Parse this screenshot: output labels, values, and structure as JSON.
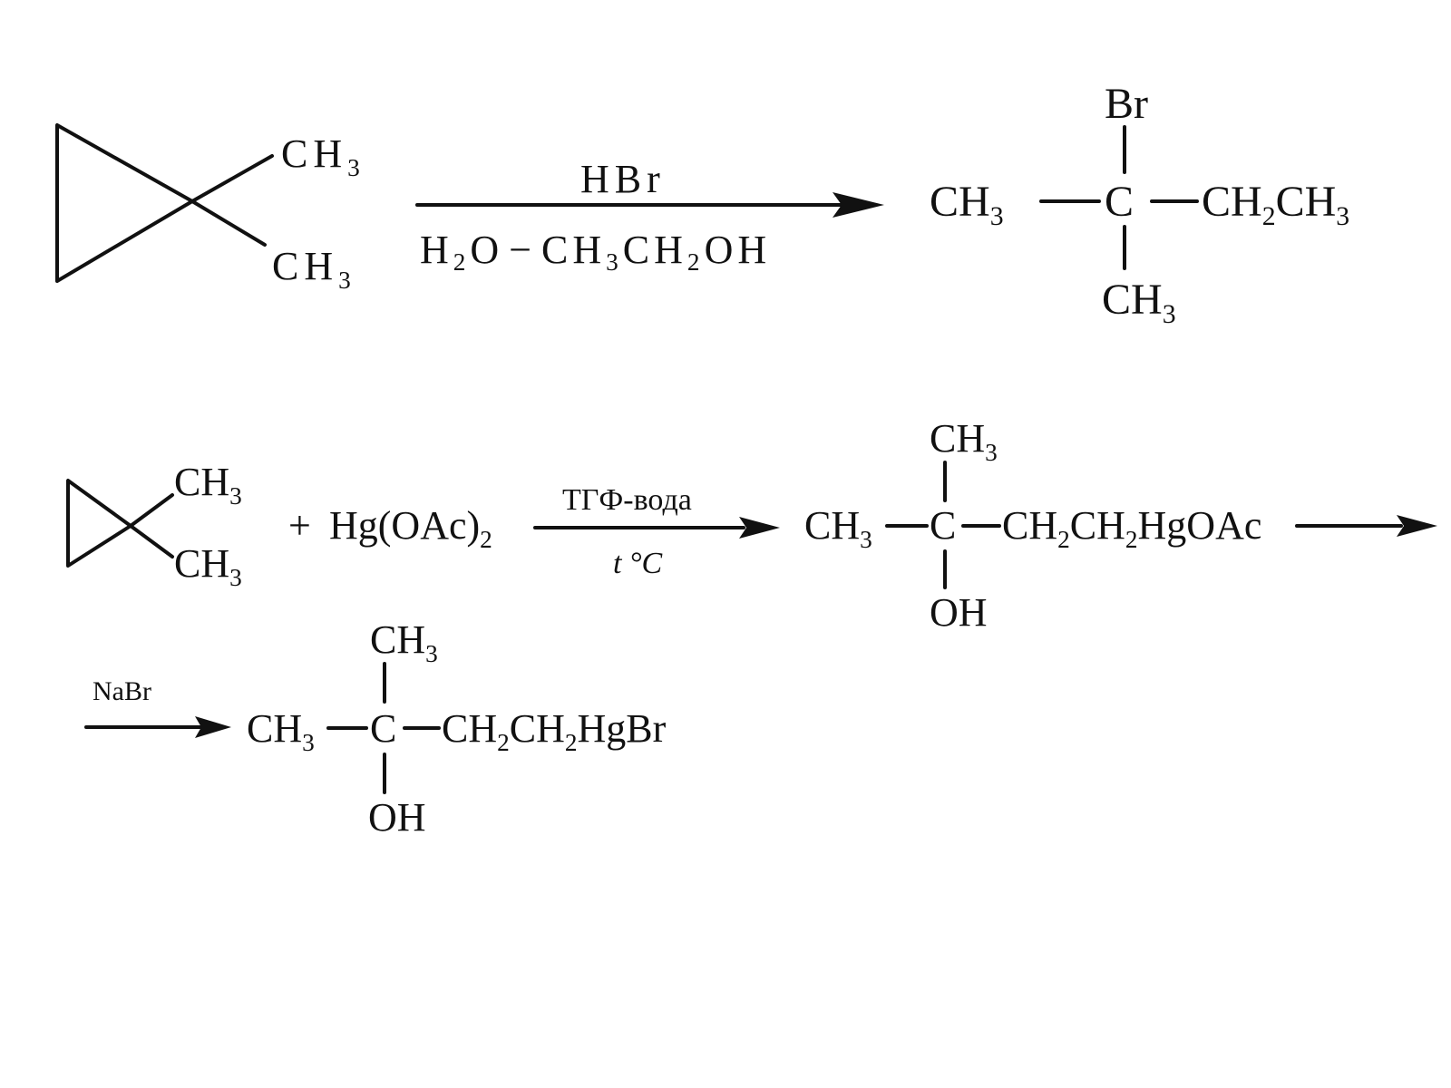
{
  "reaction1": {
    "reactant": {
      "upper_group": {
        "base": "CH",
        "sub": "3"
      },
      "lower_group": {
        "base": "CH",
        "sub": "3"
      }
    },
    "reagent_above": "HBr",
    "reagent_below": {
      "h2o_base": "H",
      "h2o_sub": "2",
      "h2o_tail": "O",
      "dash": "−",
      "ethanol_a": "CH",
      "ethanol_a_sub": "3",
      "ethanol_b": "CH",
      "ethanol_b_sub": "2",
      "ethanol_tail": "OH"
    },
    "product": {
      "top": "Br",
      "left": {
        "base": "CH",
        "sub": "3"
      },
      "center": "C",
      "right": {
        "a": "CH",
        "a_sub": "2",
        "b": "CH",
        "b_sub": "3"
      },
      "bottom": {
        "base": "CH",
        "sub": "3"
      }
    }
  },
  "reaction2": {
    "reactant": {
      "upper_group": {
        "base": "CH",
        "sub": "3"
      },
      "lower_group": {
        "base": "CH",
        "sub": "3"
      }
    },
    "plus": "+",
    "reagent": {
      "base": "Hg(OAc)",
      "sub": "2"
    },
    "conditions_above": "ТГФ-вода",
    "conditions_below": "t °C",
    "intermediate": {
      "top": {
        "base": "CH",
        "sub": "3"
      },
      "left": {
        "base": "CH",
        "sub": "3"
      },
      "center": "C",
      "right": {
        "a": "CH",
        "a_sub": "2",
        "b": "CH",
        "b_sub": "2",
        "tail": "HgOAc"
      },
      "bottom": "OH"
    }
  },
  "reaction3": {
    "reagent_above": "NaBr",
    "product": {
      "top": {
        "base": "CH",
        "sub": "3"
      },
      "left": {
        "base": "CH",
        "sub": "3"
      },
      "center": "C",
      "right": {
        "a": "CH",
        "a_sub": "2",
        "b": "CH",
        "b_sub": "2",
        "tail": "HgBr"
      },
      "bottom": "OH"
    }
  }
}
